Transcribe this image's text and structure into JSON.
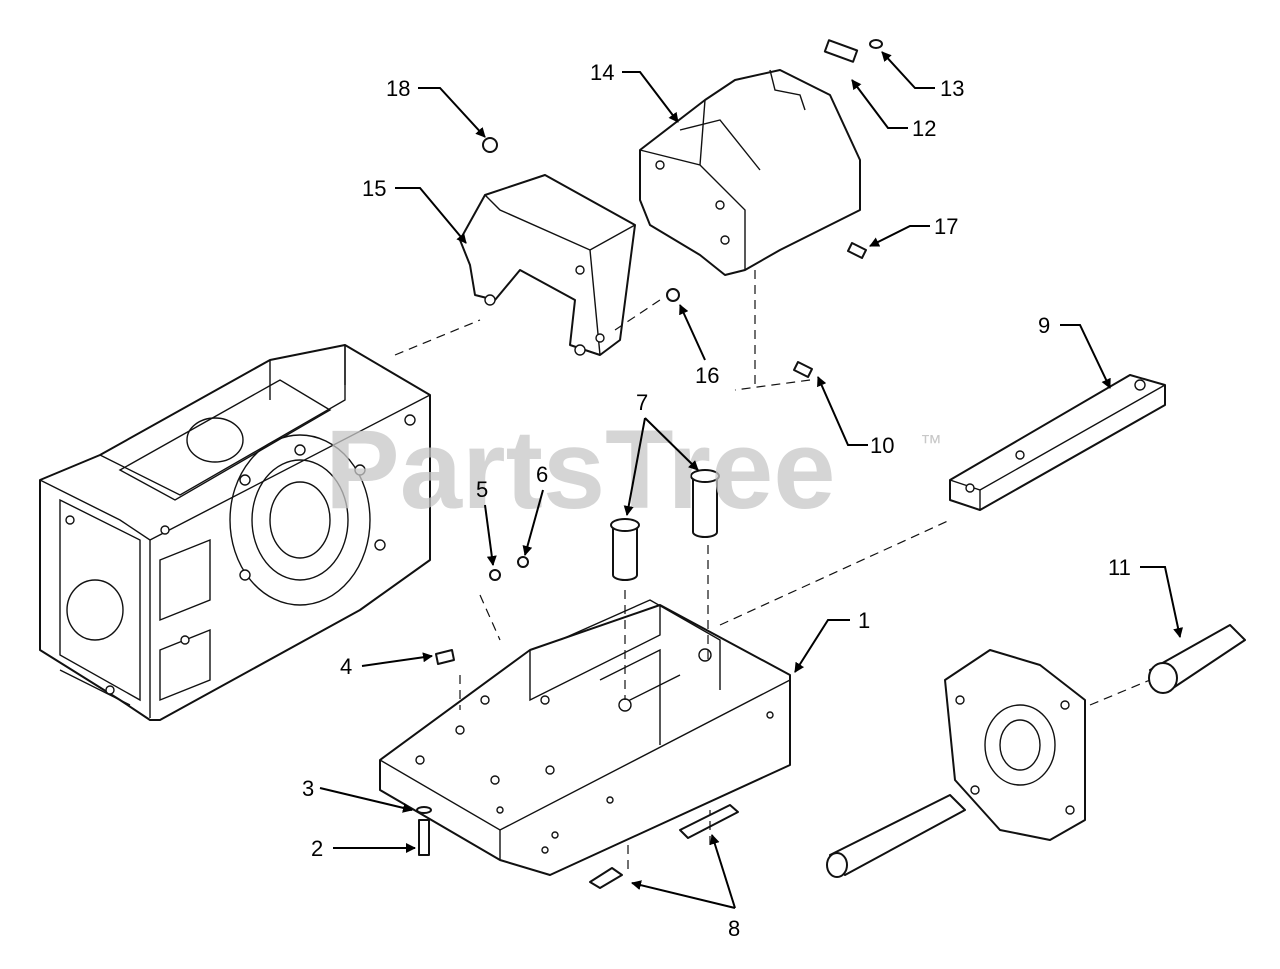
{
  "watermark": {
    "brand": "PartsTree",
    "trademark": "™"
  },
  "callouts": [
    {
      "id": "c1",
      "label": "1"
    },
    {
      "id": "c2",
      "label": "2"
    },
    {
      "id": "c3",
      "label": "3"
    },
    {
      "id": "c4",
      "label": "4"
    },
    {
      "id": "c5",
      "label": "5"
    },
    {
      "id": "c6",
      "label": "6"
    },
    {
      "id": "c7",
      "label": "7"
    },
    {
      "id": "c8",
      "label": "8"
    },
    {
      "id": "c9",
      "label": "9"
    },
    {
      "id": "c10",
      "label": "10"
    },
    {
      "id": "c11",
      "label": "11"
    },
    {
      "id": "c12",
      "label": "12"
    },
    {
      "id": "c13",
      "label": "13"
    },
    {
      "id": "c14",
      "label": "14"
    },
    {
      "id": "c15",
      "label": "15"
    },
    {
      "id": "c16",
      "label": "16"
    },
    {
      "id": "c17",
      "label": "17"
    },
    {
      "id": "c18",
      "label": "18"
    }
  ]
}
